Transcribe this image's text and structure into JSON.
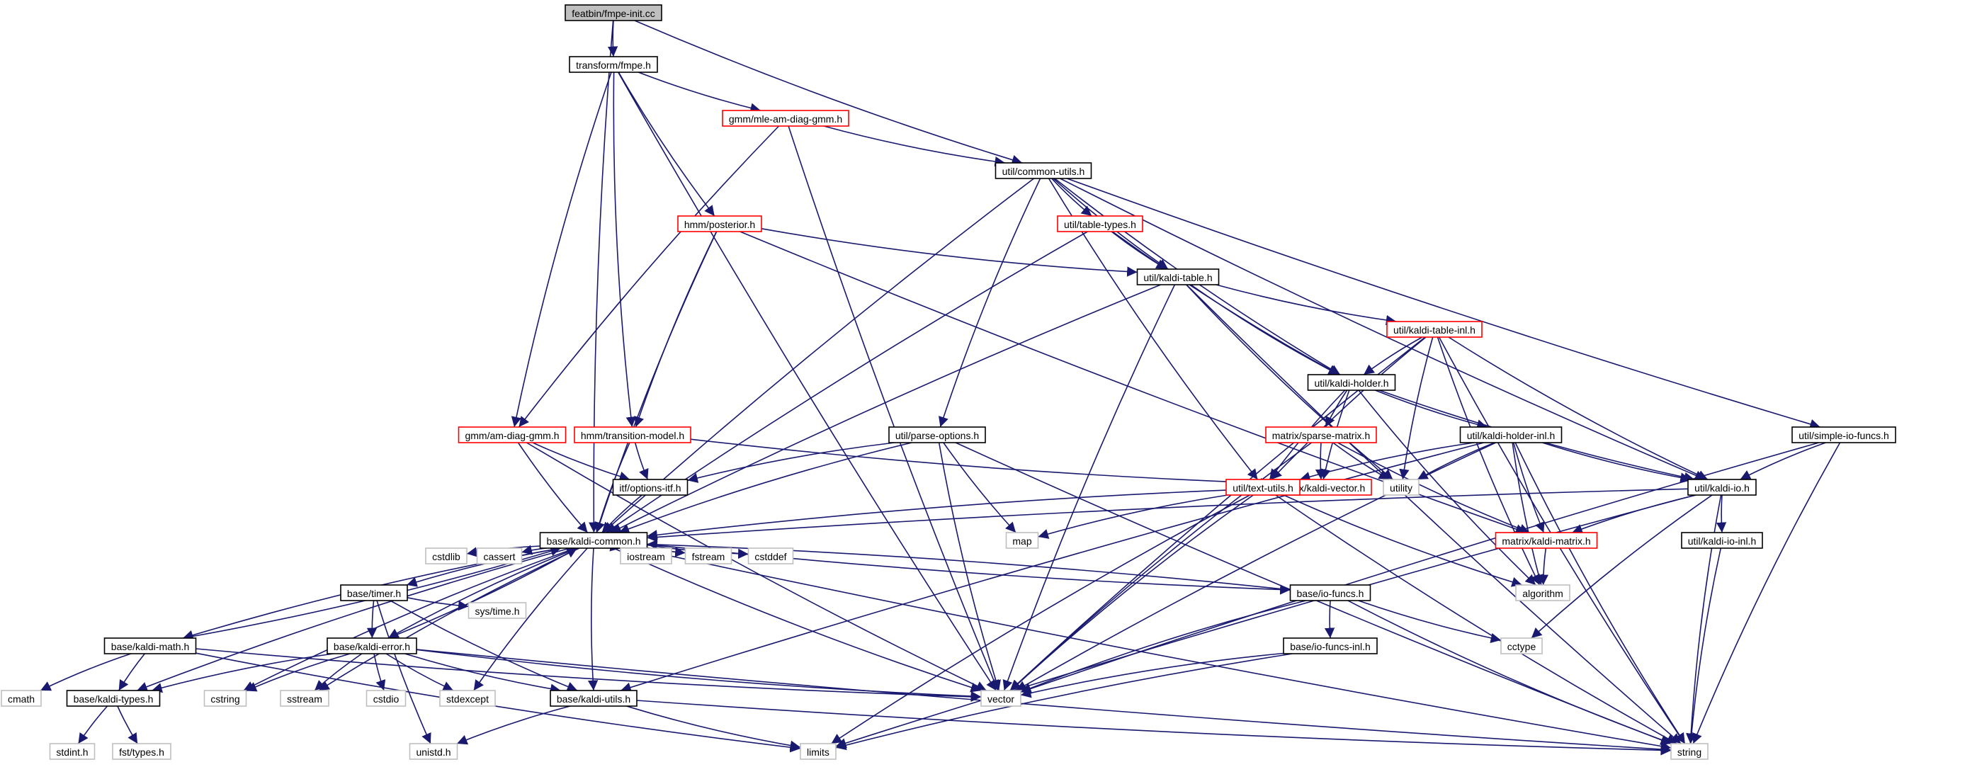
{
  "nodes": [
    {
      "id": "root",
      "label": "featbin/fmpe-init.cc",
      "style": "root"
    },
    {
      "id": "fmpe",
      "label": "transform/fmpe.h",
      "style": "black"
    },
    {
      "id": "mle",
      "label": "gmm/mle-am-diag-gmm.h",
      "style": "red"
    },
    {
      "id": "common_utils",
      "label": "util/common-utils.h",
      "style": "black"
    },
    {
      "id": "posterior",
      "label": "hmm/posterior.h",
      "style": "red"
    },
    {
      "id": "table_types",
      "label": "util/table-types.h",
      "style": "red"
    },
    {
      "id": "kaldi_table",
      "label": "util/kaldi-table.h",
      "style": "black"
    },
    {
      "id": "kaldi_table_inl",
      "label": "util/kaldi-table-inl.h",
      "style": "red"
    },
    {
      "id": "kaldi_holder",
      "label": "util/kaldi-holder.h",
      "style": "black"
    },
    {
      "id": "am_diag_gmm",
      "label": "gmm/am-diag-gmm.h",
      "style": "red"
    },
    {
      "id": "transition_model",
      "label": "hmm/transition-model.h",
      "style": "red"
    },
    {
      "id": "parse_options",
      "label": "util/parse-options.h",
      "style": "black"
    },
    {
      "id": "sparse_matrix",
      "label": "matrix/sparse-matrix.h",
      "style": "red"
    },
    {
      "id": "kaldi_holder_inl",
      "label": "util/kaldi-holder-inl.h",
      "style": "black"
    },
    {
      "id": "simple_io_funcs",
      "label": "util/simple-io-funcs.h",
      "style": "black"
    },
    {
      "id": "options_itf",
      "label": "itf/options-itf.h",
      "style": "black"
    },
    {
      "id": "kaldi_vector",
      "label": "matrix/kaldi-vector.h",
      "style": "red"
    },
    {
      "id": "utility",
      "label": "utility",
      "style": "gray"
    },
    {
      "id": "text_utils",
      "label": "util/text-utils.h",
      "style": "red"
    },
    {
      "id": "kaldi_io",
      "label": "util/kaldi-io.h",
      "style": "black"
    },
    {
      "id": "kaldi_common",
      "label": "base/kaldi-common.h",
      "style": "black"
    },
    {
      "id": "map",
      "label": "map",
      "style": "gray"
    },
    {
      "id": "kaldi_matrix",
      "label": "matrix/kaldi-matrix.h",
      "style": "red"
    },
    {
      "id": "kaldi_io_inl",
      "label": "util/kaldi-io-inl.h",
      "style": "black"
    },
    {
      "id": "timer",
      "label": "base/timer.h",
      "style": "black"
    },
    {
      "id": "cstdlib",
      "label": "cstdlib",
      "style": "gray"
    },
    {
      "id": "cassert",
      "label": "cassert",
      "style": "gray"
    },
    {
      "id": "iostream",
      "label": "iostream",
      "style": "gray"
    },
    {
      "id": "fstream",
      "label": "fstream",
      "style": "gray"
    },
    {
      "id": "cstddef",
      "label": "cstddef",
      "style": "gray"
    },
    {
      "id": "io_funcs",
      "label": "base/io-funcs.h",
      "style": "black"
    },
    {
      "id": "algorithm",
      "label": "algorithm",
      "style": "gray"
    },
    {
      "id": "kaldi_math",
      "label": "base/kaldi-math.h",
      "style": "black"
    },
    {
      "id": "kaldi_error",
      "label": "base/kaldi-error.h",
      "style": "black"
    },
    {
      "id": "sys_time",
      "label": "sys/time.h",
      "style": "gray"
    },
    {
      "id": "io_funcs_inl",
      "label": "base/io-funcs-inl.h",
      "style": "black"
    },
    {
      "id": "cctype",
      "label": "cctype",
      "style": "gray"
    },
    {
      "id": "cmath",
      "label": "cmath",
      "style": "gray"
    },
    {
      "id": "kaldi_types",
      "label": "base/kaldi-types.h",
      "style": "black"
    },
    {
      "id": "cstring",
      "label": "cstring",
      "style": "gray"
    },
    {
      "id": "sstream",
      "label": "sstream",
      "style": "gray"
    },
    {
      "id": "cstdio",
      "label": "cstdio",
      "style": "gray"
    },
    {
      "id": "stdexcept",
      "label": "stdexcept",
      "style": "gray"
    },
    {
      "id": "kaldi_utils",
      "label": "base/kaldi-utils.h",
      "style": "black"
    },
    {
      "id": "vector",
      "label": "vector",
      "style": "gray"
    },
    {
      "id": "stdint",
      "label": "stdint.h",
      "style": "gray"
    },
    {
      "id": "fst_types",
      "label": "fst/types.h",
      "style": "gray"
    },
    {
      "id": "unistd",
      "label": "unistd.h",
      "style": "gray"
    },
    {
      "id": "limits",
      "label": "limits",
      "style": "gray"
    },
    {
      "id": "string",
      "label": "string",
      "style": "gray"
    }
  ],
  "edges": [
    [
      "root",
      "fmpe"
    ],
    [
      "root",
      "common_utils"
    ],
    [
      "root",
      "kaldi_common"
    ],
    [
      "fmpe",
      "mle"
    ],
    [
      "fmpe",
      "posterior"
    ],
    [
      "fmpe",
      "am_diag_gmm"
    ],
    [
      "fmpe",
      "transition_model"
    ],
    [
      "fmpe",
      "vector"
    ],
    [
      "mle",
      "common_utils"
    ],
    [
      "mle",
      "am_diag_gmm"
    ],
    [
      "mle",
      "vector"
    ],
    [
      "common_utils",
      "table_types"
    ],
    [
      "common_utils",
      "kaldi_table"
    ],
    [
      "common_utils",
      "kaldi_holder"
    ],
    [
      "common_utils",
      "parse_options"
    ],
    [
      "common_utils",
      "text_utils"
    ],
    [
      "common_utils",
      "kaldi_io"
    ],
    [
      "common_utils",
      "simple_io_funcs"
    ],
    [
      "common_utils",
      "kaldi_common"
    ],
    [
      "posterior",
      "kaldi_table"
    ],
    [
      "posterior",
      "transition_model"
    ],
    [
      "posterior",
      "kaldi_common"
    ],
    [
      "posterior",
      "kaldi_matrix"
    ],
    [
      "table_types",
      "kaldi_table"
    ],
    [
      "table_types",
      "kaldi_holder"
    ],
    [
      "table_types",
      "kaldi_common"
    ],
    [
      "kaldi_table",
      "kaldi_table_inl"
    ],
    [
      "kaldi_table",
      "kaldi_holder"
    ],
    [
      "kaldi_table",
      "kaldi_common"
    ],
    [
      "kaldi_table",
      "vector"
    ],
    [
      "kaldi_table",
      "utility"
    ],
    [
      "kaldi_table",
      "string"
    ],
    [
      "kaldi_table_inl",
      "kaldi_holder"
    ],
    [
      "kaldi_table_inl",
      "text_utils"
    ],
    [
      "kaldi_table_inl",
      "kaldi_io"
    ],
    [
      "kaldi_table_inl",
      "utility"
    ],
    [
      "kaldi_table_inl",
      "vector"
    ],
    [
      "kaldi_table_inl",
      "algorithm"
    ],
    [
      "kaldi_table_inl",
      "string"
    ],
    [
      "kaldi_holder",
      "sparse_matrix"
    ],
    [
      "kaldi_holder",
      "kaldi_holder_inl"
    ],
    [
      "kaldi_holder",
      "kaldi_vector"
    ],
    [
      "kaldi_holder",
      "text_utils"
    ],
    [
      "kaldi_holder",
      "kaldi_io"
    ],
    [
      "kaldi_holder",
      "algorithm"
    ],
    [
      "am_diag_gmm",
      "options_itf"
    ],
    [
      "am_diag_gmm",
      "kaldi_common"
    ],
    [
      "am_diag_gmm",
      "vector"
    ],
    [
      "transition_model",
      "options_itf"
    ],
    [
      "transition_model",
      "kaldi_common"
    ],
    [
      "transition_model",
      "kaldi_vector"
    ],
    [
      "parse_options",
      "options_itf"
    ],
    [
      "parse_options",
      "kaldi_common"
    ],
    [
      "parse_options",
      "map"
    ],
    [
      "parse_options",
      "vector"
    ],
    [
      "parse_options",
      "string"
    ],
    [
      "sparse_matrix",
      "kaldi_vector"
    ],
    [
      "sparse_matrix",
      "kaldi_matrix"
    ],
    [
      "sparse_matrix",
      "utility"
    ],
    [
      "sparse_matrix",
      "vector"
    ],
    [
      "kaldi_holder_inl",
      "kaldi_io"
    ],
    [
      "kaldi_holder_inl",
      "text_utils"
    ],
    [
      "kaldi_holder_inl",
      "kaldi_matrix"
    ],
    [
      "kaldi_holder_inl",
      "utility"
    ],
    [
      "kaldi_holder_inl",
      "vector"
    ],
    [
      "kaldi_holder_inl",
      "algorithm"
    ],
    [
      "kaldi_holder_inl",
      "kaldi_utils"
    ],
    [
      "kaldi_holder_inl",
      "string"
    ],
    [
      "simple_io_funcs",
      "kaldi_io"
    ],
    [
      "simple_io_funcs",
      "vector"
    ],
    [
      "simple_io_funcs",
      "string"
    ],
    [
      "options_itf",
      "kaldi_common"
    ],
    [
      "text_utils",
      "kaldi_common"
    ],
    [
      "text_utils",
      "map"
    ],
    [
      "text_utils",
      "algorithm"
    ],
    [
      "text_utils",
      "vector"
    ],
    [
      "text_utils",
      "limits"
    ],
    [
      "text_utils",
      "string"
    ],
    [
      "kaldi_io",
      "kaldi_common"
    ],
    [
      "kaldi_io",
      "kaldi_io_inl"
    ],
    [
      "kaldi_io",
      "kaldi_matrix"
    ],
    [
      "kaldi_io",
      "cctype"
    ],
    [
      "kaldi_io",
      "limits"
    ],
    [
      "kaldi_io",
      "string"
    ],
    [
      "kaldi_io_inl",
      "string"
    ],
    [
      "kaldi_matrix",
      "algorithm"
    ],
    [
      "kaldi_common",
      "timer"
    ],
    [
      "kaldi_common",
      "cstdlib"
    ],
    [
      "kaldi_common",
      "cassert"
    ],
    [
      "kaldi_common",
      "iostream"
    ],
    [
      "kaldi_common",
      "fstream"
    ],
    [
      "kaldi_common",
      "cstddef"
    ],
    [
      "kaldi_common",
      "io_funcs"
    ],
    [
      "kaldi_common",
      "kaldi_math"
    ],
    [
      "kaldi_common",
      "kaldi_error"
    ],
    [
      "kaldi_common",
      "kaldi_types"
    ],
    [
      "kaldi_common",
      "cstring"
    ],
    [
      "kaldi_common",
      "sstream"
    ],
    [
      "kaldi_common",
      "stdexcept"
    ],
    [
      "kaldi_common",
      "kaldi_utils"
    ],
    [
      "kaldi_common",
      "vector"
    ],
    [
      "kaldi_common",
      "string"
    ],
    [
      "timer",
      "kaldi_error"
    ],
    [
      "timer",
      "sys_time"
    ],
    [
      "timer",
      "kaldi_utils"
    ],
    [
      "timer",
      "unistd"
    ],
    [
      "io_funcs",
      "kaldi_common"
    ],
    [
      "io_funcs",
      "io_funcs_inl"
    ],
    [
      "io_funcs",
      "cctype"
    ],
    [
      "io_funcs",
      "vector"
    ],
    [
      "io_funcs",
      "string"
    ],
    [
      "kaldi_math",
      "kaldi_common"
    ],
    [
      "kaldi_math",
      "kaldi_types"
    ],
    [
      "kaldi_math",
      "cmath"
    ],
    [
      "kaldi_math",
      "limits"
    ],
    [
      "kaldi_math",
      "vector"
    ],
    [
      "kaldi_error",
      "kaldi_common"
    ],
    [
      "kaldi_error",
      "kaldi_types"
    ],
    [
      "kaldi_error",
      "kaldi_utils"
    ],
    [
      "kaldi_error",
      "cstring"
    ],
    [
      "kaldi_error",
      "sstream"
    ],
    [
      "kaldi_error",
      "cstdio"
    ],
    [
      "kaldi_error",
      "stdexcept"
    ],
    [
      "kaldi_error",
      "vector"
    ],
    [
      "kaldi_error",
      "string"
    ],
    [
      "io_funcs_inl",
      "vector"
    ],
    [
      "io_funcs_inl",
      "limits"
    ],
    [
      "kaldi_types",
      "stdint"
    ],
    [
      "kaldi_types",
      "fst_types"
    ],
    [
      "kaldi_utils",
      "unistd"
    ],
    [
      "kaldi_utils",
      "limits"
    ],
    [
      "kaldi_utils",
      "string"
    ]
  ],
  "colors": {
    "edge": "#191970",
    "root_fill": "#bfbfbf",
    "root_border": "#000000",
    "black_border": "#000000",
    "red_border": "#ff0000",
    "gray_border": "#bfbfbf",
    "fill": "#ffffff"
  }
}
